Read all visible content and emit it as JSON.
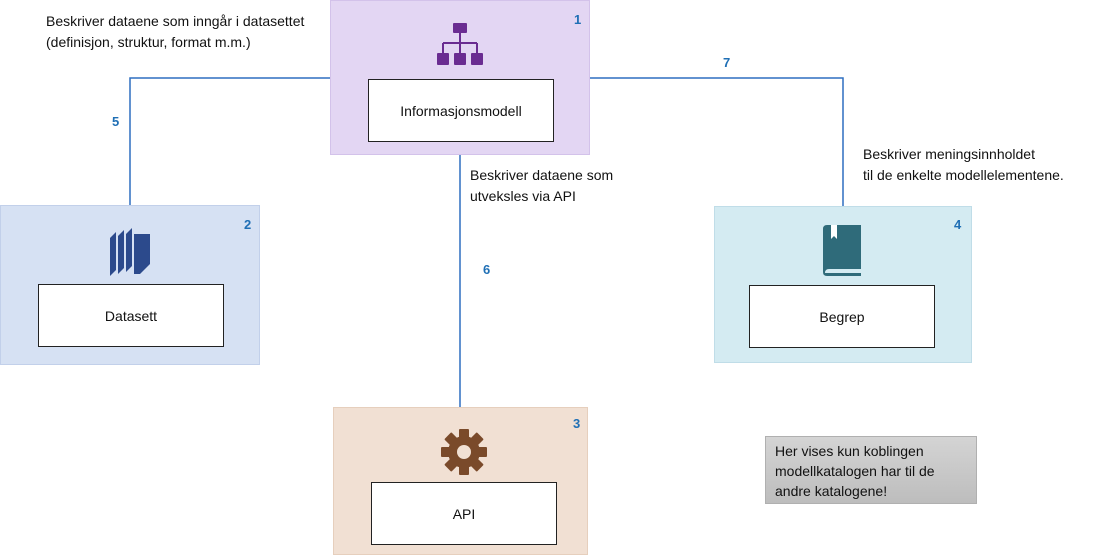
{
  "diagram": {
    "nodes": [
      {
        "id": "informasjonsmodell",
        "label": "Informasjonsmodell",
        "number": "1",
        "icon": "hierarchy-icon",
        "color": "#e3d6f3"
      },
      {
        "id": "datasett",
        "label": "Datasett",
        "number": "2",
        "icon": "stacked-documents-icon",
        "color": "#d6e1f3"
      },
      {
        "id": "api",
        "label": "API",
        "number": "3",
        "icon": "gear-icon",
        "color": "#f1e0d3"
      },
      {
        "id": "begrep",
        "label": "Begrep",
        "number": "4",
        "icon": "book-icon",
        "color": "#d4ebf2"
      }
    ],
    "edges": [
      {
        "from": "informasjonsmodell",
        "to": "datasett",
        "number": "5"
      },
      {
        "from": "informasjonsmodell",
        "to": "api",
        "number": "6"
      },
      {
        "from": "informasjonsmodell",
        "to": "begrep",
        "number": "7"
      }
    ],
    "annotations": {
      "datasett_edge": [
        "Beskriver dataene som inngår i datasettet",
        "(definisjon, struktur, format m.m.)"
      ],
      "api_edge": [
        "Beskriver dataene som",
        "utveksles via API"
      ],
      "begrep_edge": [
        "Beskriver meningsinnholdet",
        "til de enkelte modellelementene."
      ]
    },
    "callout": [
      "Her vises kun koblingen",
      "modellkatalogen har til de",
      "andre katalogene!"
    ],
    "colors": {
      "line": "#2e6fc0",
      "number": "#1f6fb5",
      "info_icon": "#6a2c91",
      "data_icon": "#2c4a8c",
      "api_icon": "#7a4a2a",
      "book_icon": "#2f6b7a"
    }
  }
}
